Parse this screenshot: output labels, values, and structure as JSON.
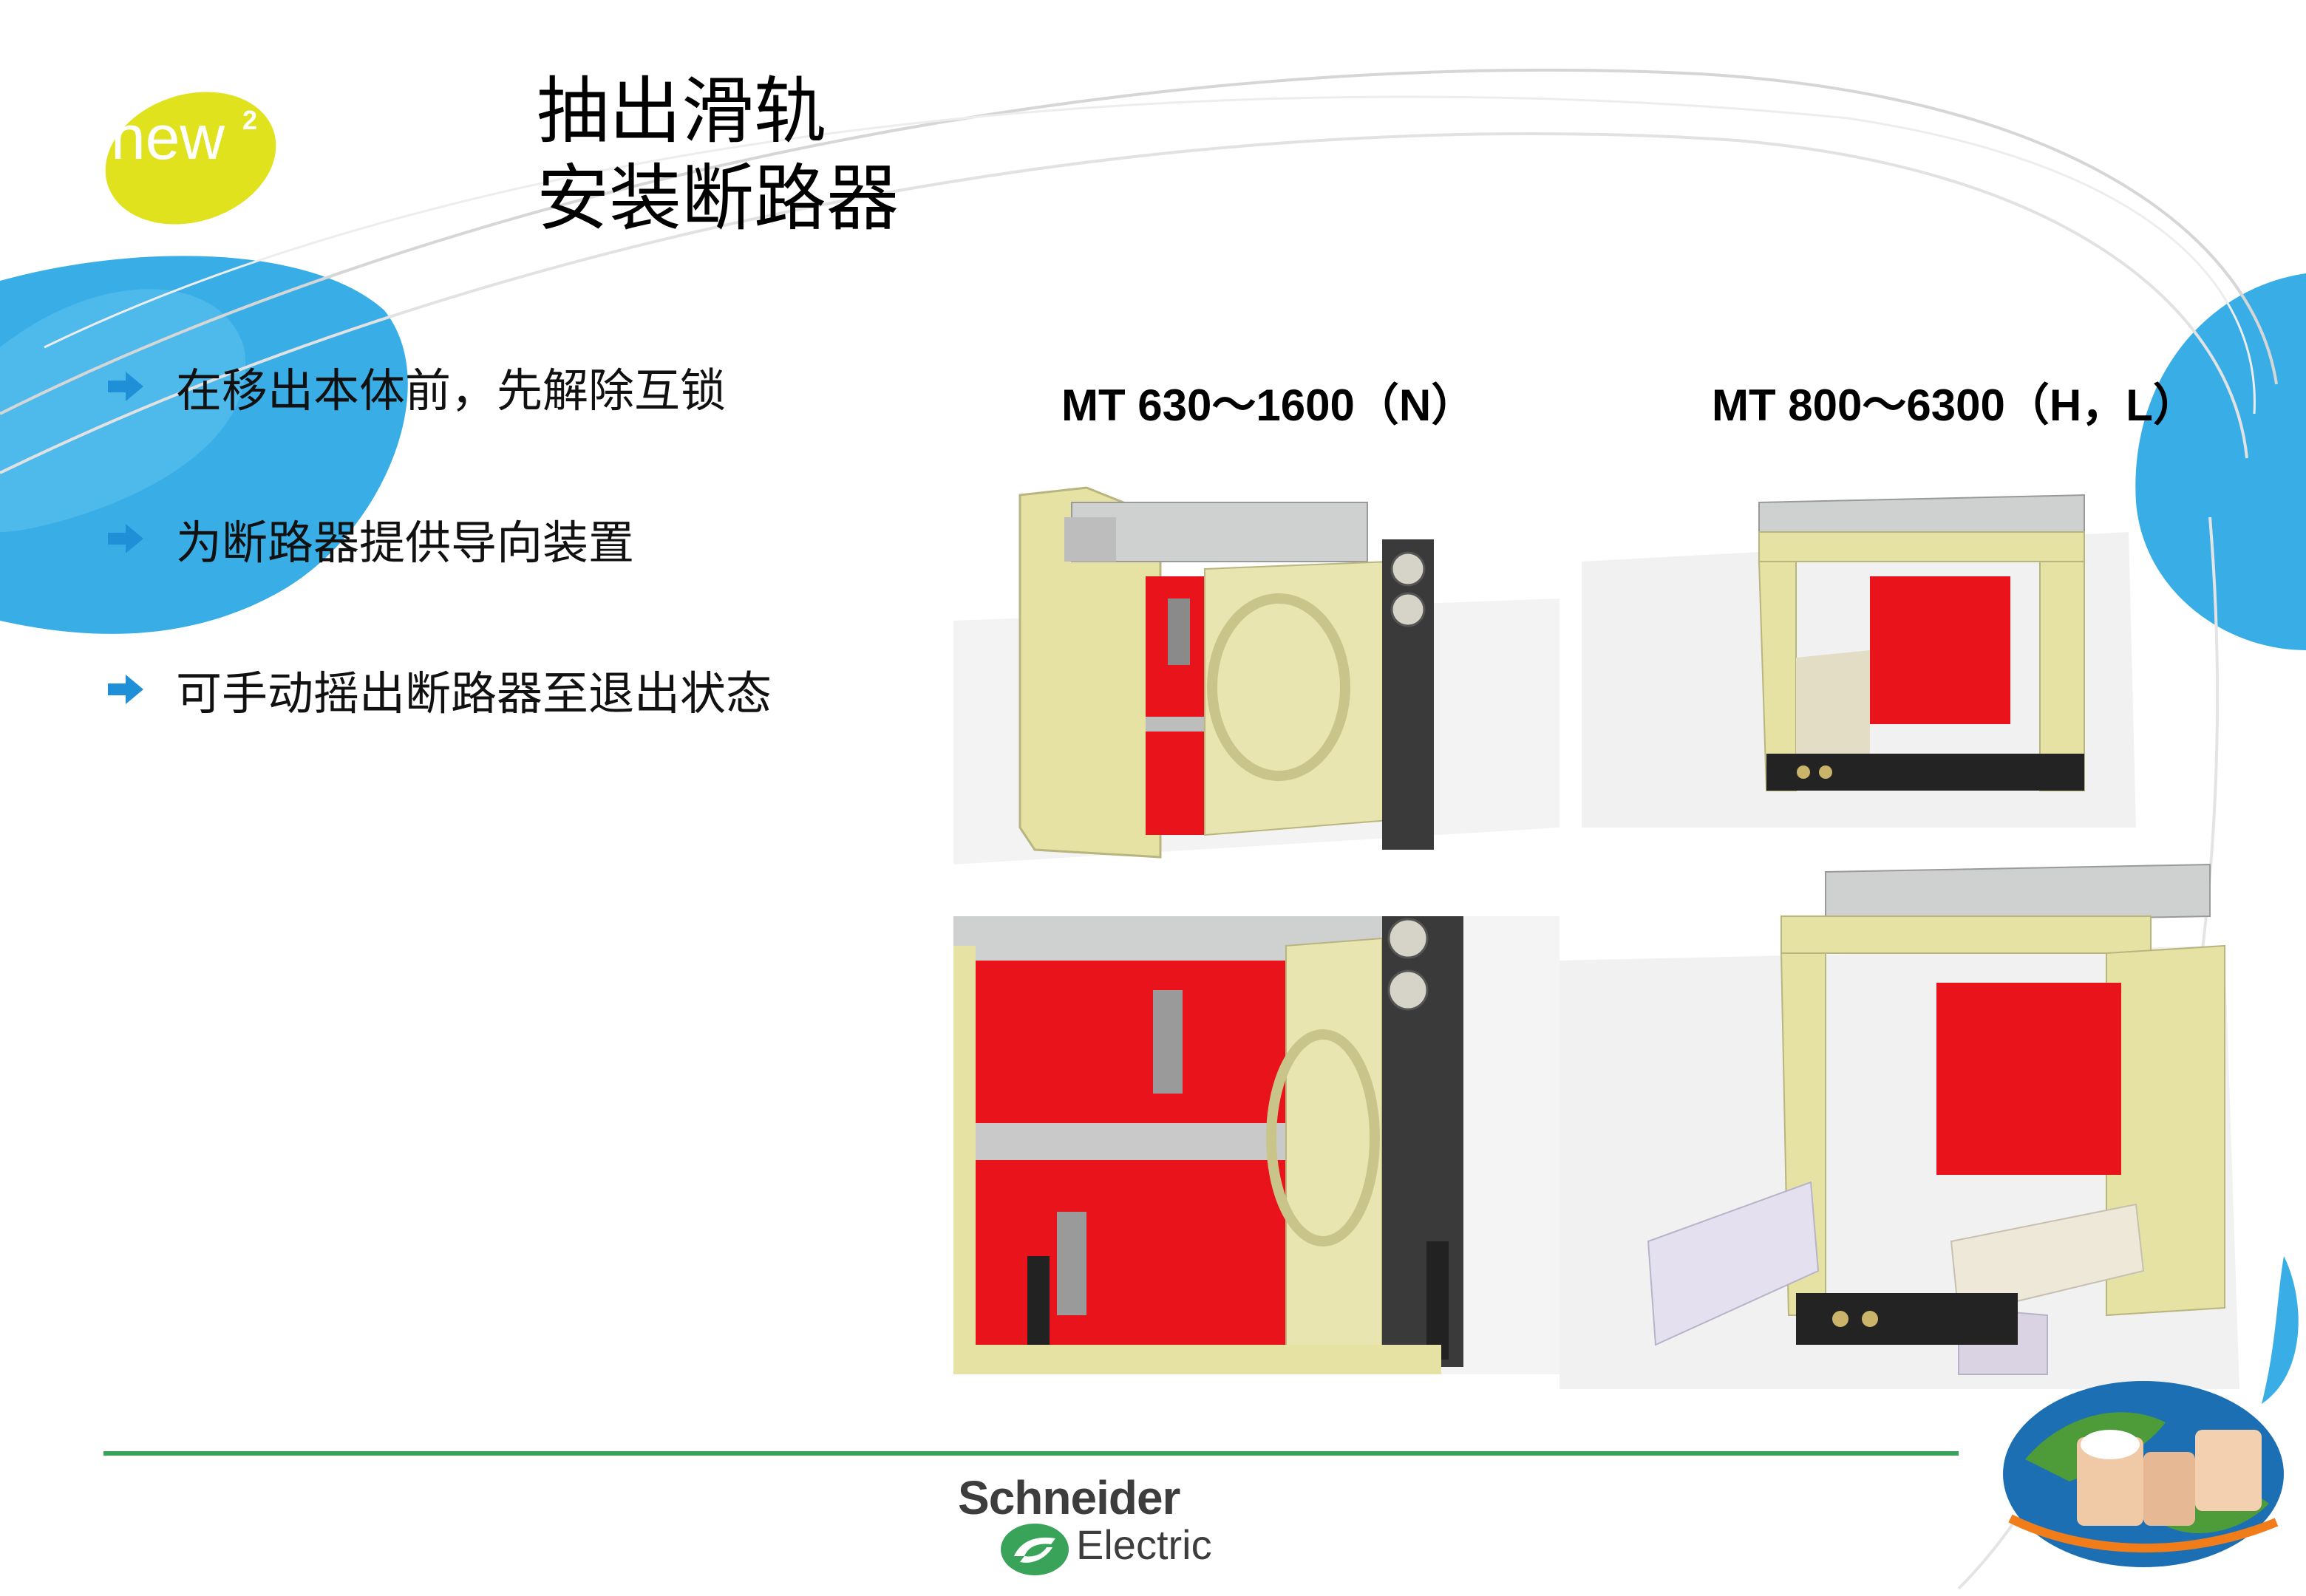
{
  "badge": {
    "text": "new",
    "superscript": "2"
  },
  "title": {
    "line1": "抽出滑轨",
    "line2": "安装断路器"
  },
  "bullets": [
    {
      "icon": "arrow-right-icon",
      "text": "在移出本体前，先解除互锁"
    },
    {
      "icon": "arrow-right-icon",
      "text": "为断路器提供导向装置"
    },
    {
      "icon": "arrow-right-icon",
      "text": "可手动摇出断路器至退出状态"
    }
  ],
  "models": {
    "left": "MT 630～1600（N）",
    "right": "MT 800～6300（H，L）"
  },
  "brand": {
    "name": "Schneider",
    "sub": "Electric"
  },
  "colors": {
    "accent_blue": "#39aee6",
    "badge_yellow": "#dfe21c",
    "footer_green": "#3aa35a",
    "arrow_blue": "#1f8fd8",
    "chassis_yellow": "#e6e2a4",
    "insulation_red": "#e8131b"
  }
}
